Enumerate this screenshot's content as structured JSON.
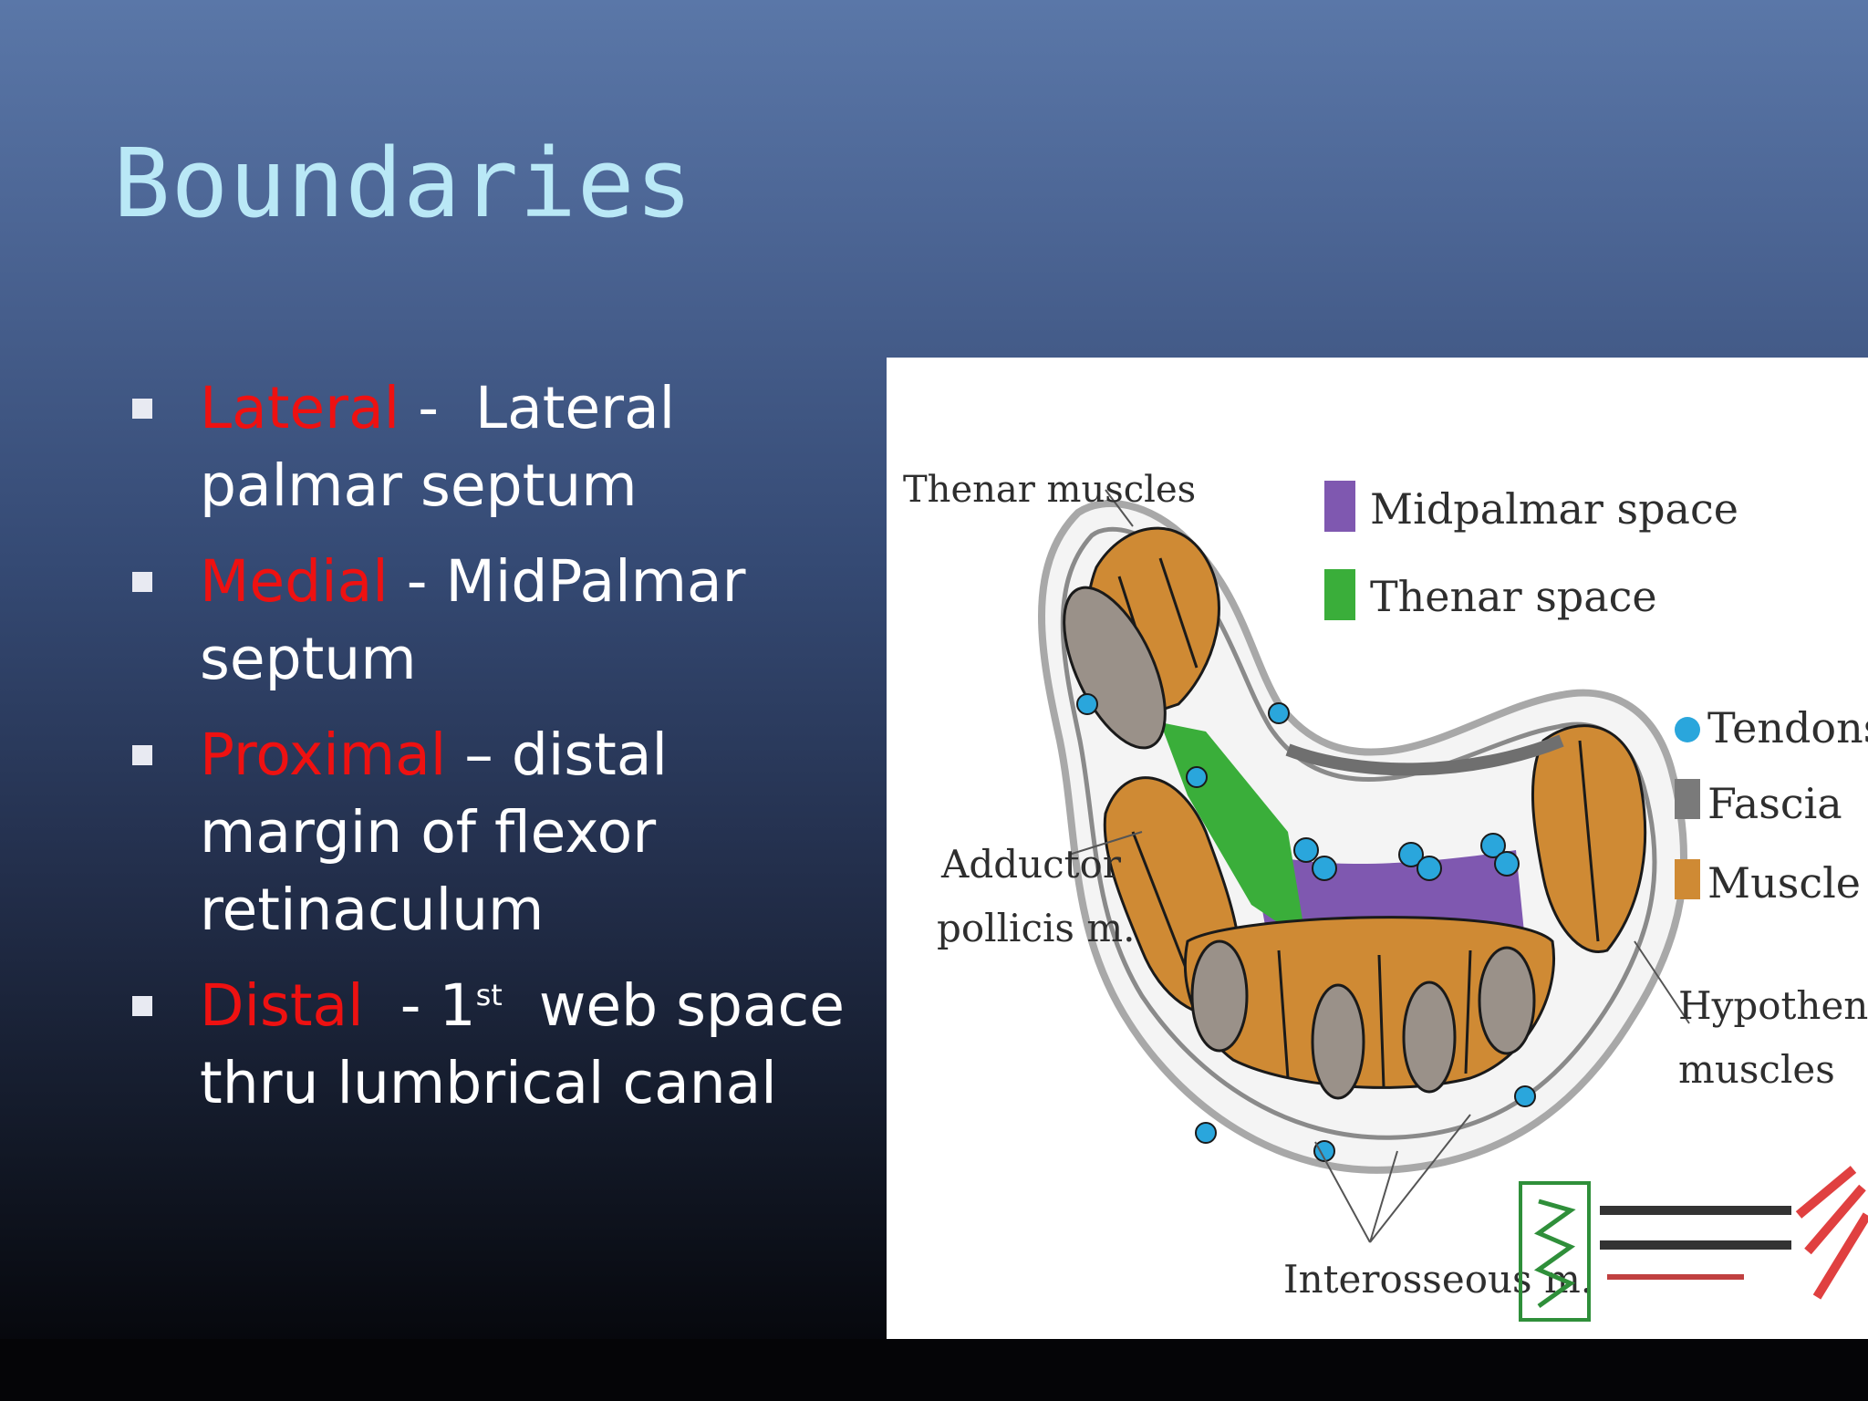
{
  "slide": {
    "title": "Boundaries",
    "bullets": [
      {
        "term": "Lateral",
        "sep": " -  ",
        "text_a": "Lateral",
        "text_b": "palmar septum"
      },
      {
        "term": "Medial",
        "sep": " - ",
        "text_a": "MidPalmar",
        "text_b": "septum"
      },
      {
        "term": "Proximal",
        "sep": " – ",
        "text_a": "distal",
        "text_b": "margin of flexor",
        "text_c": "retinaculum"
      },
      {
        "term": "Distal",
        "sep": "  - ",
        "num": "1",
        "sup": "st",
        "text_a": "  web space",
        "text_b": "thru lumbrical canal"
      }
    ]
  },
  "figure": {
    "labels": {
      "thenar_muscles": "Thenar muscles",
      "adductor_1": "Adductor",
      "adductor_2": "pollicis m.",
      "interosseous": "Interosseous m.",
      "hypothenar_1": "Hypothenar",
      "hypothenar_2": "muscles"
    },
    "legend_top": [
      {
        "label": "Midpalmar space",
        "color": "#7f58b0"
      },
      {
        "label": "Thenar space",
        "color": "#3aae3a"
      }
    ],
    "legend_right": [
      {
        "label": "Tendons",
        "color": "#2aa6dc",
        "shape": "circle"
      },
      {
        "label": "Fascia",
        "color": "#7a7a7a",
        "shape": "square"
      },
      {
        "label": "Muscle",
        "color": "#cf8a34",
        "shape": "square"
      }
    ]
  },
  "colors": {
    "title": "#b9e8f6",
    "term": "#ee1111",
    "muscle": "#cf8a34",
    "fascia": "#7a7a7a",
    "tendon": "#2aa6dc",
    "midpalmar": "#7f58b0",
    "thenar_space": "#3aae3a"
  }
}
